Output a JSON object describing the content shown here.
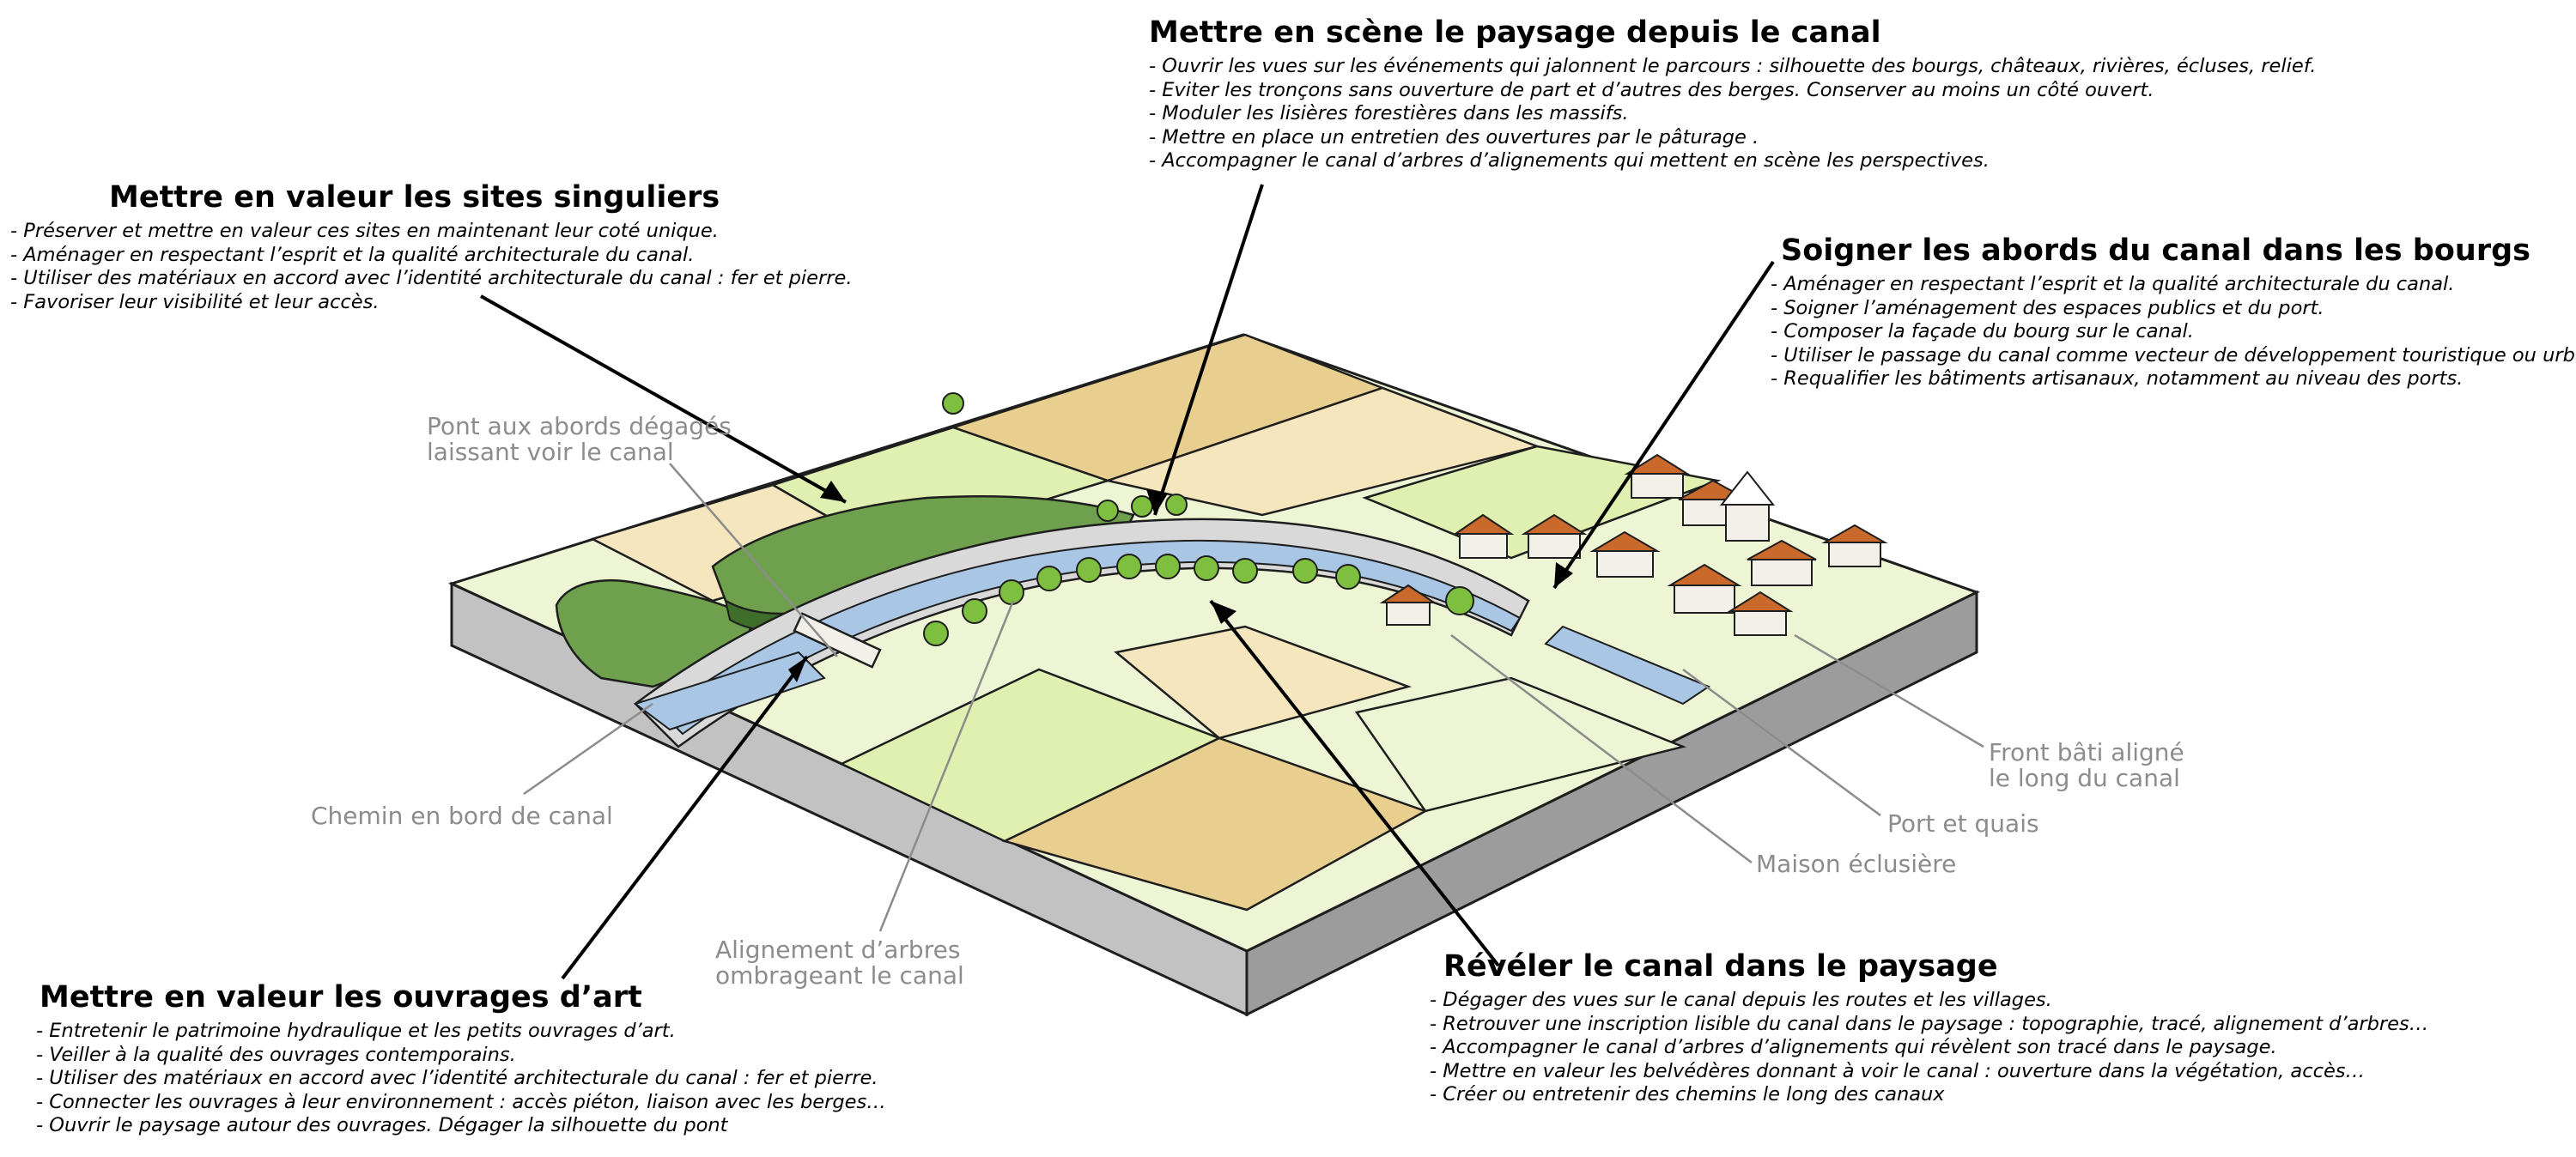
{
  "sections": {
    "paysage_depuis_canal": {
      "title": "Mettre en scène le paysage depuis le canal",
      "items": [
        "- Ouvrir les vues sur les événements qui jalonnent le parcours : silhouette des bourgs, châteaux, rivières, écluses, relief.",
        "- Eviter les tronçons sans ouverture de part et d’autres des berges. Conserver au moins un côté ouvert.",
        "- Moduler les lisières forestières dans les massifs.",
        "- Mettre en place un entretien des ouvertures par le pâturage .",
        "- Accompagner le canal d’arbres d’alignements qui mettent en scène les perspectives."
      ]
    },
    "sites_singuliers": {
      "title": "Mettre en valeur les sites singuliers",
      "items": [
        "- Préserver et mettre en valeur ces sites en maintenant leur coté unique.",
        "- Aménager en respectant l’esprit et la qualité architecturale du canal.",
        "- Utiliser des matériaux en accord avec l’identité architecturale du canal : fer et pierre.",
        "- Favoriser leur visibilité et leur accès."
      ]
    },
    "abords_bourgs": {
      "title": "Soigner les abords du canal dans les bourgs",
      "items": [
        "- Aménager en respectant l’esprit et la qualité architecturale du canal.",
        "- Soigner l’aménagement des espaces publics et du port.",
        "- Composer la façade du bourg sur le canal.",
        "- Utiliser le passage du canal comme vecteur de développement touristique ou urbain.",
        "- Requalifier les bâtiments artisanaux, notamment au niveau des ports."
      ]
    },
    "ouvrages_art": {
      "title": "Mettre en valeur les ouvrages d’art",
      "items": [
        "- Entretenir le patrimoine hydraulique et les petits ouvrages d’art.",
        "- Veiller à la qualité des ouvrages contemporains.",
        "- Utiliser des matériaux en accord avec l’identité architecturale du canal : fer et pierre.",
        "- Connecter les ouvrages à leur environnement : accès piéton, liaison avec les berges…",
        "- Ouvrir le paysage autour des ouvrages. Dégager la silhouette du pont"
      ]
    },
    "reveler_canal": {
      "title": "Révéler le canal dans le paysage",
      "items": [
        "- Dégager des vues sur le canal depuis les routes et les villages.",
        "- Retrouver une inscription lisible du canal dans le paysage : topographie, tracé, alignement d’arbres…",
        "- Accompagner le canal d’arbres d’alignements qui révèlent son tracé dans le paysage.",
        "- Mettre en valeur les belvédères donnant à voir le canal : ouverture dans la végétation, accès…",
        "- Créer ou entretenir des chemins le long des canaux"
      ]
    }
  },
  "labels": {
    "pont_line1": "Pont aux abords dégagés",
    "pont_line2": "laissant voir le canal",
    "chemin": "Chemin en bord de canal",
    "alignement_line1": "Alignement d’arbres",
    "alignement_line2": "ombrageant le canal",
    "maison": "Maison éclusière",
    "port": "Port et quais",
    "front_line1": "Front bâti aligné",
    "front_line2": "le long du canal"
  },
  "colors": {
    "outline": "#1e1e1e",
    "water": "#a9c6e4",
    "path": "#d9d9d9",
    "field_tan": "#e8cf8f",
    "field_cream": "#f5e6bd",
    "field_lightgreen": "#dff0b0",
    "field_pale": "#eef5d4",
    "field_green": "#cfe5a0",
    "forest": "#6ea04d",
    "forest_dark": "#3e6e2a",
    "tree": "#7fbf3f",
    "roof": "#c9692c",
    "wall": "#f3f0ea",
    "block_side_left": "#c2c2c2",
    "block_side_right": "#9c9c9c",
    "leader_grey": "#8c8c8c"
  }
}
